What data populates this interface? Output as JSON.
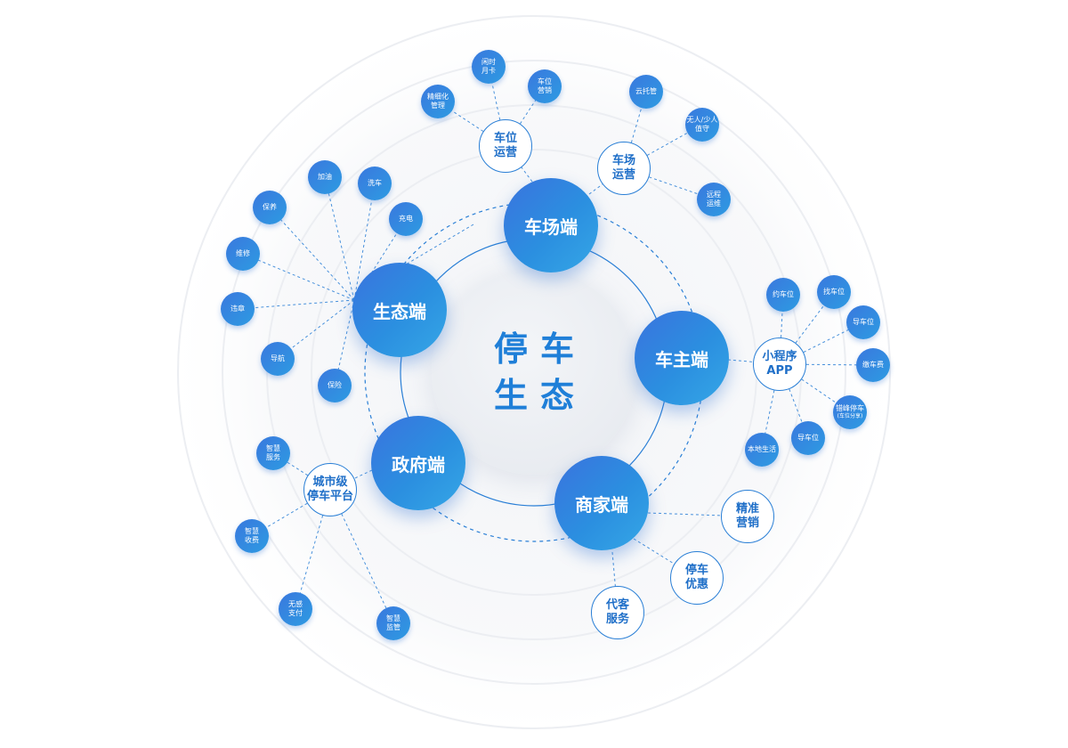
{
  "center": {
    "line1": "停车",
    "line2": "生态"
  },
  "main_nodes": {
    "parking_lot": "车场端",
    "owner": "车主端",
    "merchant": "商家端",
    "government": "政府端",
    "ecology": "生态端"
  },
  "hubs": {
    "space_operation": [
      "车位",
      "运营"
    ],
    "lot_operation": [
      "车场",
      "运营"
    ],
    "mini_program": [
      "小程序",
      "APP"
    ],
    "city_platform": [
      "城市级",
      "停车平台"
    ]
  },
  "merchant_services": {
    "precise_marketing": [
      "精准",
      "营销"
    ],
    "parking_discount": [
      "停车",
      "优惠"
    ],
    "valet_service": [
      "代客",
      "服务"
    ]
  },
  "leaves": {
    "space_operation": [
      [
        "精细化",
        "管理"
      ],
      [
        "闲时",
        "月卡"
      ],
      [
        "车位",
        "营销"
      ]
    ],
    "lot_operation": [
      [
        "云托管"
      ],
      [
        "无人/少人",
        "值守"
      ],
      [
        "远程",
        "运维"
      ]
    ],
    "mini_program": [
      [
        "约车位"
      ],
      [
        "找车位"
      ],
      [
        "导车位"
      ],
      [
        "缴车费"
      ],
      [
        "错峰停车",
        "(车位分享)"
      ],
      [
        "导车位"
      ],
      [
        "本地生活"
      ]
    ],
    "ecology": [
      [
        "加油"
      ],
      [
        "洗车"
      ],
      [
        "充电"
      ],
      [
        "保养"
      ],
      [
        "维修"
      ],
      [
        "违章"
      ],
      [
        "导航"
      ],
      [
        "保险"
      ]
    ],
    "city_platform": [
      [
        "智慧",
        "服务"
      ],
      [
        "智慧",
        "收费"
      ],
      [
        "无感",
        "支付"
      ],
      [
        "智慧",
        "监管"
      ]
    ]
  },
  "colors": {
    "primary_blue": "#2b8fe0",
    "line_blue": "#2a7fd6",
    "hub_text": "#1f6fc8"
  }
}
